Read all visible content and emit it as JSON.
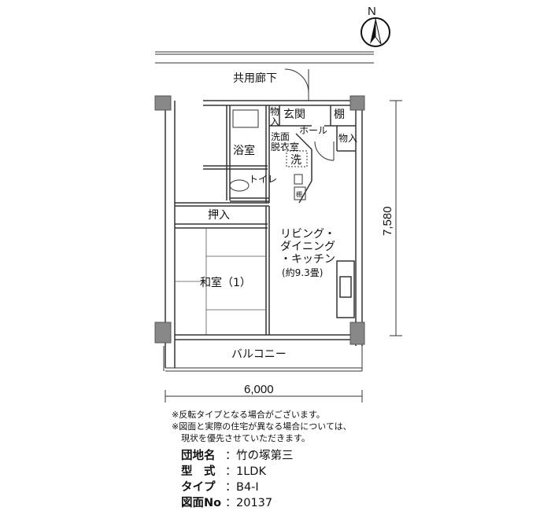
{
  "compass": {
    "label": "N"
  },
  "rooms": {
    "corridor": "共用廊下",
    "storage_entry": [
      "物",
      "入"
    ],
    "entrance": "玄関",
    "shelf": "棚",
    "hall": "ホール",
    "storage_right": "物入",
    "bath": "浴室",
    "washroom": [
      "洗面",
      "脱衣室"
    ],
    "washer": "洗",
    "toilet": "トイレ",
    "cabinet": "棚",
    "closet": "押入",
    "ldk": [
      "リビング・",
      "ダイニング",
      "・キッチン"
    ],
    "ldk_size": "(約9.3畳)",
    "washitsu": "和室（1）",
    "balcony": "バルコニー"
  },
  "dimensions": {
    "width": "6,000",
    "height": "7,580"
  },
  "notes": [
    "※反転タイプとなる場合がございます。",
    "※図面と実際の住宅が異なる場合については、",
    "現状を優先させていただきます。"
  ],
  "info": [
    {
      "label": "団地名",
      "value": "竹の塚第三"
    },
    {
      "label": "型　式",
      "value": "1LDK"
    },
    {
      "label": "タイプ",
      "value": "B4-Ⅰ"
    },
    {
      "label": "図面No",
      "value": "20137"
    }
  ]
}
